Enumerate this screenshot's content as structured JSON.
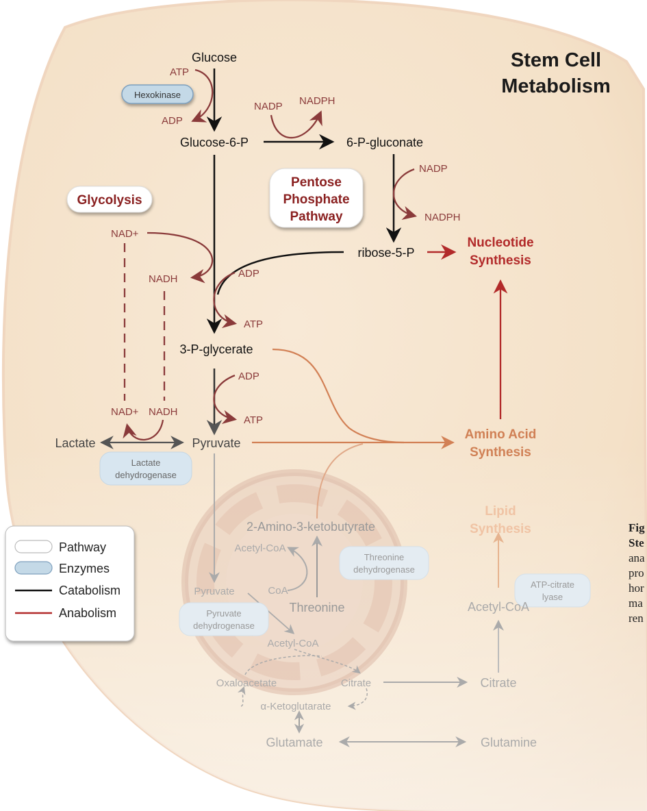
{
  "title": [
    "Stem Cell",
    "Metabolism"
  ],
  "callouts": {
    "glycolysis": "Glycolysis",
    "pentose": [
      "Pentose",
      "Phosphate",
      "Pathway"
    ]
  },
  "enzymes": {
    "hexokinase": "Hexokinase",
    "ldh": [
      "Lactate",
      "dehydrogenase"
    ],
    "pdh": [
      "Pyruvate",
      "dehydrogenase"
    ],
    "tdh": [
      "Threonine",
      "dehydrogenase"
    ],
    "acl": [
      "ATP-citrate",
      "lyase"
    ]
  },
  "metabolites": {
    "glucose": "Glucose",
    "g6p": "Glucose-6-P",
    "pg6": "6-P-gluconate",
    "r5p": "ribose-5-P",
    "pg3": "3-P-glycerate",
    "pyruvate": "Pyruvate",
    "lactate": "Lactate",
    "aabk": "2-Amino-3-ketobutyrate",
    "acoa_mito_top": "Acetyl-CoA",
    "coa": "CoA",
    "threonine": "Threonine",
    "pyruvate_mito": "Pyruvate",
    "acoa_mito": "Acetyl-CoA",
    "oaa": "Oxaloacetate",
    "citrate_mito": "Citrate",
    "akg": "α-Ketoglutarate",
    "glutamate": "Glutamate",
    "glutamine": "Glutamine",
    "citrate": "Citrate",
    "acoa_cyto": "Acetyl-CoA"
  },
  "cofactors": {
    "atp1": "ATP",
    "adp1": "ADP",
    "nadp1": "NADP",
    "nadph1": "NADPH",
    "nadp2": "NADP",
    "nadph2": "NADPH",
    "nad_plus": "NAD+",
    "nadh": "NADH",
    "adp2": "ADP",
    "atp2": "ATP",
    "adp3": "ADP",
    "atp3": "ATP",
    "nad_plus2": "NAD+",
    "nadh2": "NADH"
  },
  "products": {
    "nucleotide": [
      "Nucleotide",
      "Synthesis"
    ],
    "amino": [
      "Amino Acid",
      "Synthesis"
    ],
    "lipid": [
      "Lipid",
      "Synthesis"
    ]
  },
  "legend": {
    "pathway": "Pathway",
    "enzymes": "Enzymes",
    "catabolism": "Catabolism",
    "anabolism": "Anabolism"
  },
  "caption_partial": [
    "Fig",
    "Ste",
    "ana",
    "pro",
    "hor",
    "ma",
    "ren"
  ],
  "colors": {
    "cell_fill": "#f5e3cc",
    "catabolism": "#111111",
    "anabolism": "#9b2c2c",
    "cofactor": "#8a3a3a",
    "enzyme_fill": "#c7dbe8",
    "faded_line": "#aaaaaa",
    "product_red": "#b22a2a",
    "product_orange": "#d38a60"
  }
}
